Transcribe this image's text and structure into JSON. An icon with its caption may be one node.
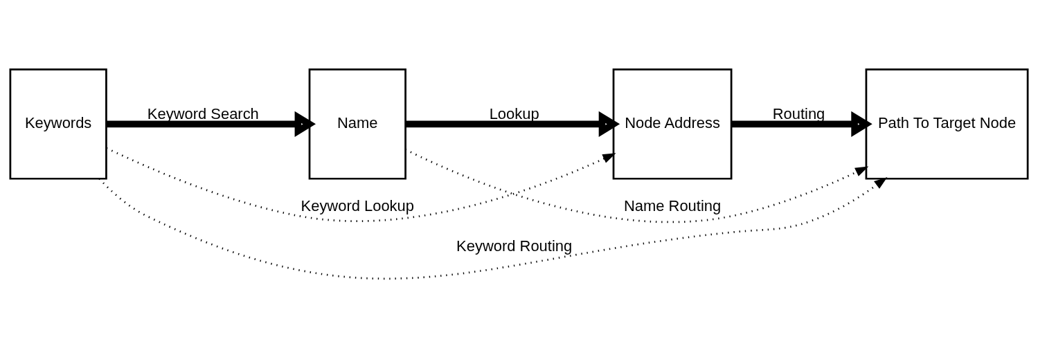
{
  "diagram": {
    "nodes": [
      {
        "text": [
          "Keywords"
        ]
      },
      {
        "text": [
          "Name"
        ]
      },
      {
        "text": [
          "Node Address"
        ]
      },
      {
        "text": [
          "Path To Target Node"
        ]
      }
    ],
    "edges": [
      {
        "from": 0,
        "to": 1,
        "arrow": "to",
        "label": "Keyword Search",
        "style": "thick"
      },
      {
        "from": 1,
        "to": 2,
        "arrow": "to",
        "label": "Lookup",
        "style": "thick"
      },
      {
        "from": 2,
        "to": 3,
        "arrow": "to",
        "label": "Routing",
        "style": "thick"
      },
      {
        "from": 0,
        "to": 2,
        "arrow": "to",
        "label": "Keyword Lookup",
        "style": "dashed"
      },
      {
        "from": 1,
        "to": 3,
        "arrow": "to",
        "label": "Name Routing",
        "style": "dashed"
      },
      {
        "from": 0,
        "to": 3,
        "arrow": "to",
        "label": "Keyword Routing",
        "style": "dashed"
      }
    ]
  }
}
